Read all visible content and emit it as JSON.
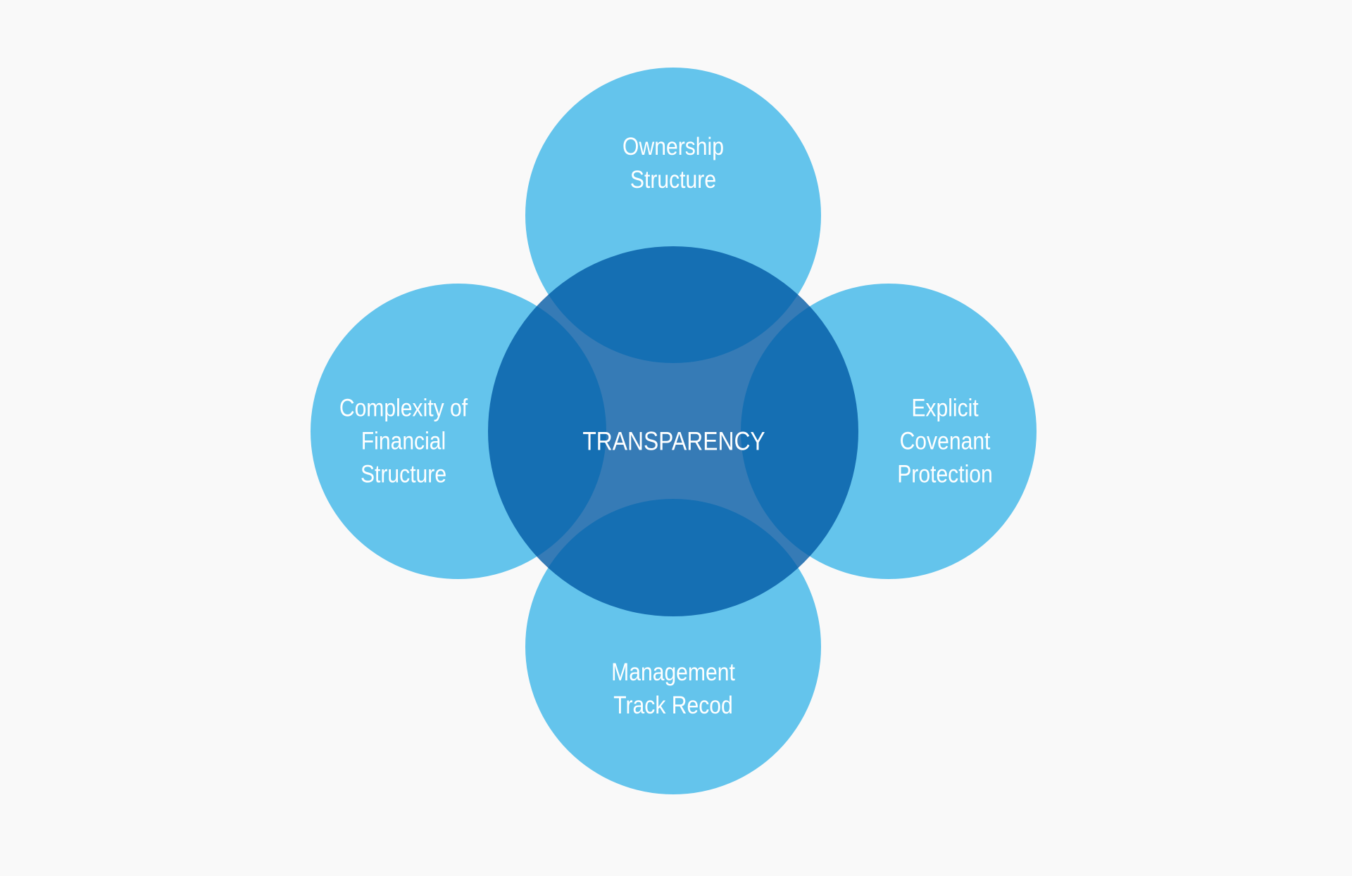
{
  "diagram": {
    "type": "overlapping-circles",
    "colors": {
      "background": "#f9f9f9",
      "outer_circle": "#64c4ec",
      "center_circle": "#0058a3",
      "text": "#ffffff"
    },
    "center": {
      "label": "TRANSPARENCY"
    },
    "satellites": [
      {
        "position": "top",
        "lines": [
          "Ownership",
          "Structure"
        ]
      },
      {
        "position": "left",
        "lines": [
          "Complexity of",
          "Financial",
          "Structure"
        ]
      },
      {
        "position": "right",
        "lines": [
          "Explicit",
          "Covenant",
          "Protection"
        ]
      },
      {
        "position": "bottom",
        "lines": [
          "Management",
          "Track Recod"
        ]
      }
    ]
  }
}
